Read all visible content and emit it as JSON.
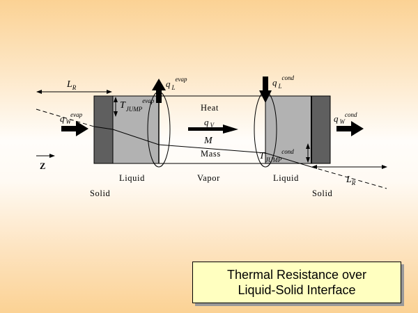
{
  "diagram": {
    "regions": {
      "solid_left": "Solid",
      "liquid_left": "Liquid",
      "vapor": "Vapor",
      "liquid_right": "Liquid",
      "solid_right": "Solid"
    },
    "labels": {
      "lr_left": {
        "main": "L",
        "sub": "R"
      },
      "lr_right": {
        "main": "L",
        "sub": "R"
      },
      "qw_evap": {
        "main": "q",
        "sub": "W",
        "sup": "evap"
      },
      "ql_evap": {
        "main": "q",
        "sub": "L",
        "sup": "evap"
      },
      "ql_cond": {
        "main": "q",
        "sub": "L",
        "sup": "cond"
      },
      "qw_cond": {
        "main": "q",
        "sub": "W",
        "sup": "cond"
      },
      "tjump_evap": {
        "main": "T",
        "sub": "JUMP",
        "sup": "evap"
      },
      "tjump_cond": {
        "main": "T",
        "sub": "JUMP",
        "sup": "cond"
      },
      "heat": "Heat",
      "qv": {
        "main": "q",
        "sub": "V"
      },
      "mass_symbol": "M",
      "mass": "Mass",
      "z_axis": "Z"
    },
    "colors": {
      "solid": "#5f5f5f",
      "liquid": "#b2b2b2",
      "caption_bg": "#ffffc0"
    }
  },
  "caption": {
    "line1": "Thermal Resistance over",
    "line2": "Liquid-Solid Interface"
  }
}
